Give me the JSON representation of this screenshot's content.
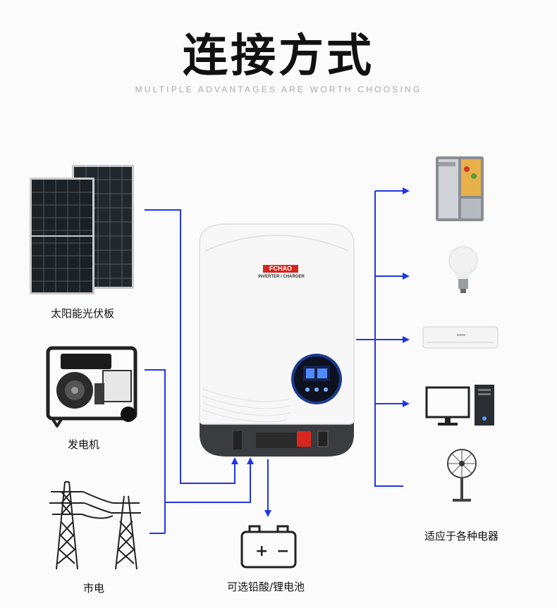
{
  "header": {
    "title": "连接方式",
    "subtitle": "MULTIPLE ADVANTAGES ARE WORTH CHOOSING"
  },
  "sources": {
    "solar_label": "太阳能光伏板",
    "generator_label": "发电机",
    "grid_label": "市电"
  },
  "inverter": {
    "brand": "FCHAO",
    "model_text": "INVERTER / CHARGER"
  },
  "battery": {
    "label": "可选铅酸/锂电池",
    "plus": "+",
    "minus": "−"
  },
  "loads": {
    "label": "适应于各种电器"
  },
  "colors": {
    "wire": "#2236e6",
    "title": "#111111",
    "subtitle": "#aaaaaa",
    "inverter_body": "#f7f7f7",
    "inverter_base": "#3a3c3f",
    "brand_red": "#d8261f"
  }
}
